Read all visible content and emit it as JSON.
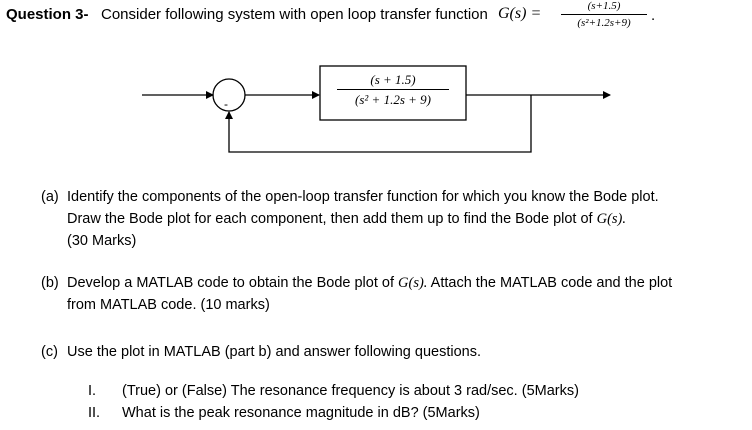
{
  "question": {
    "label": "Question 3-",
    "text": "Consider following system with open loop transfer function",
    "function_name": "G(s) =",
    "fraction_numerator": "(s+1.5)",
    "fraction_denominator": "(s²+1.2s+9)",
    "trailing": "."
  },
  "block_diagram": {
    "block_numerator": "(s + 1.5)",
    "block_denominator": "(s² + 1.2s + 9)",
    "summing_sign": "-"
  },
  "parts": {
    "a": {
      "tag": "(a)",
      "line1_before": "Identify the components of the open-loop transfer function for which you know the Bode plot.",
      "line2_before": "Draw the Bode plot for each component, then add them up to find the Bode plot of",
      "line2_math": "G(s).",
      "line3": "(30 Marks)"
    },
    "b": {
      "tag": "(b)",
      "line1_before": "Develop a MATLAB code to obtain the Bode plot of",
      "line1_math": "G(s).",
      "line1_after": "Attach the MATLAB code and the plot",
      "line2": "from MATLAB code. (10 marks)"
    },
    "c": {
      "tag": "(c)",
      "text": "Use the plot in MATLAB (part b) and answer following questions."
    }
  },
  "sub_questions": [
    {
      "num": "I.",
      "text": "(True) or (False) The resonance frequency is about 3 rad/sec. (5Marks)"
    },
    {
      "num": "II.",
      "text": "What is the peak resonance magnitude in dB? (5Marks)"
    }
  ]
}
